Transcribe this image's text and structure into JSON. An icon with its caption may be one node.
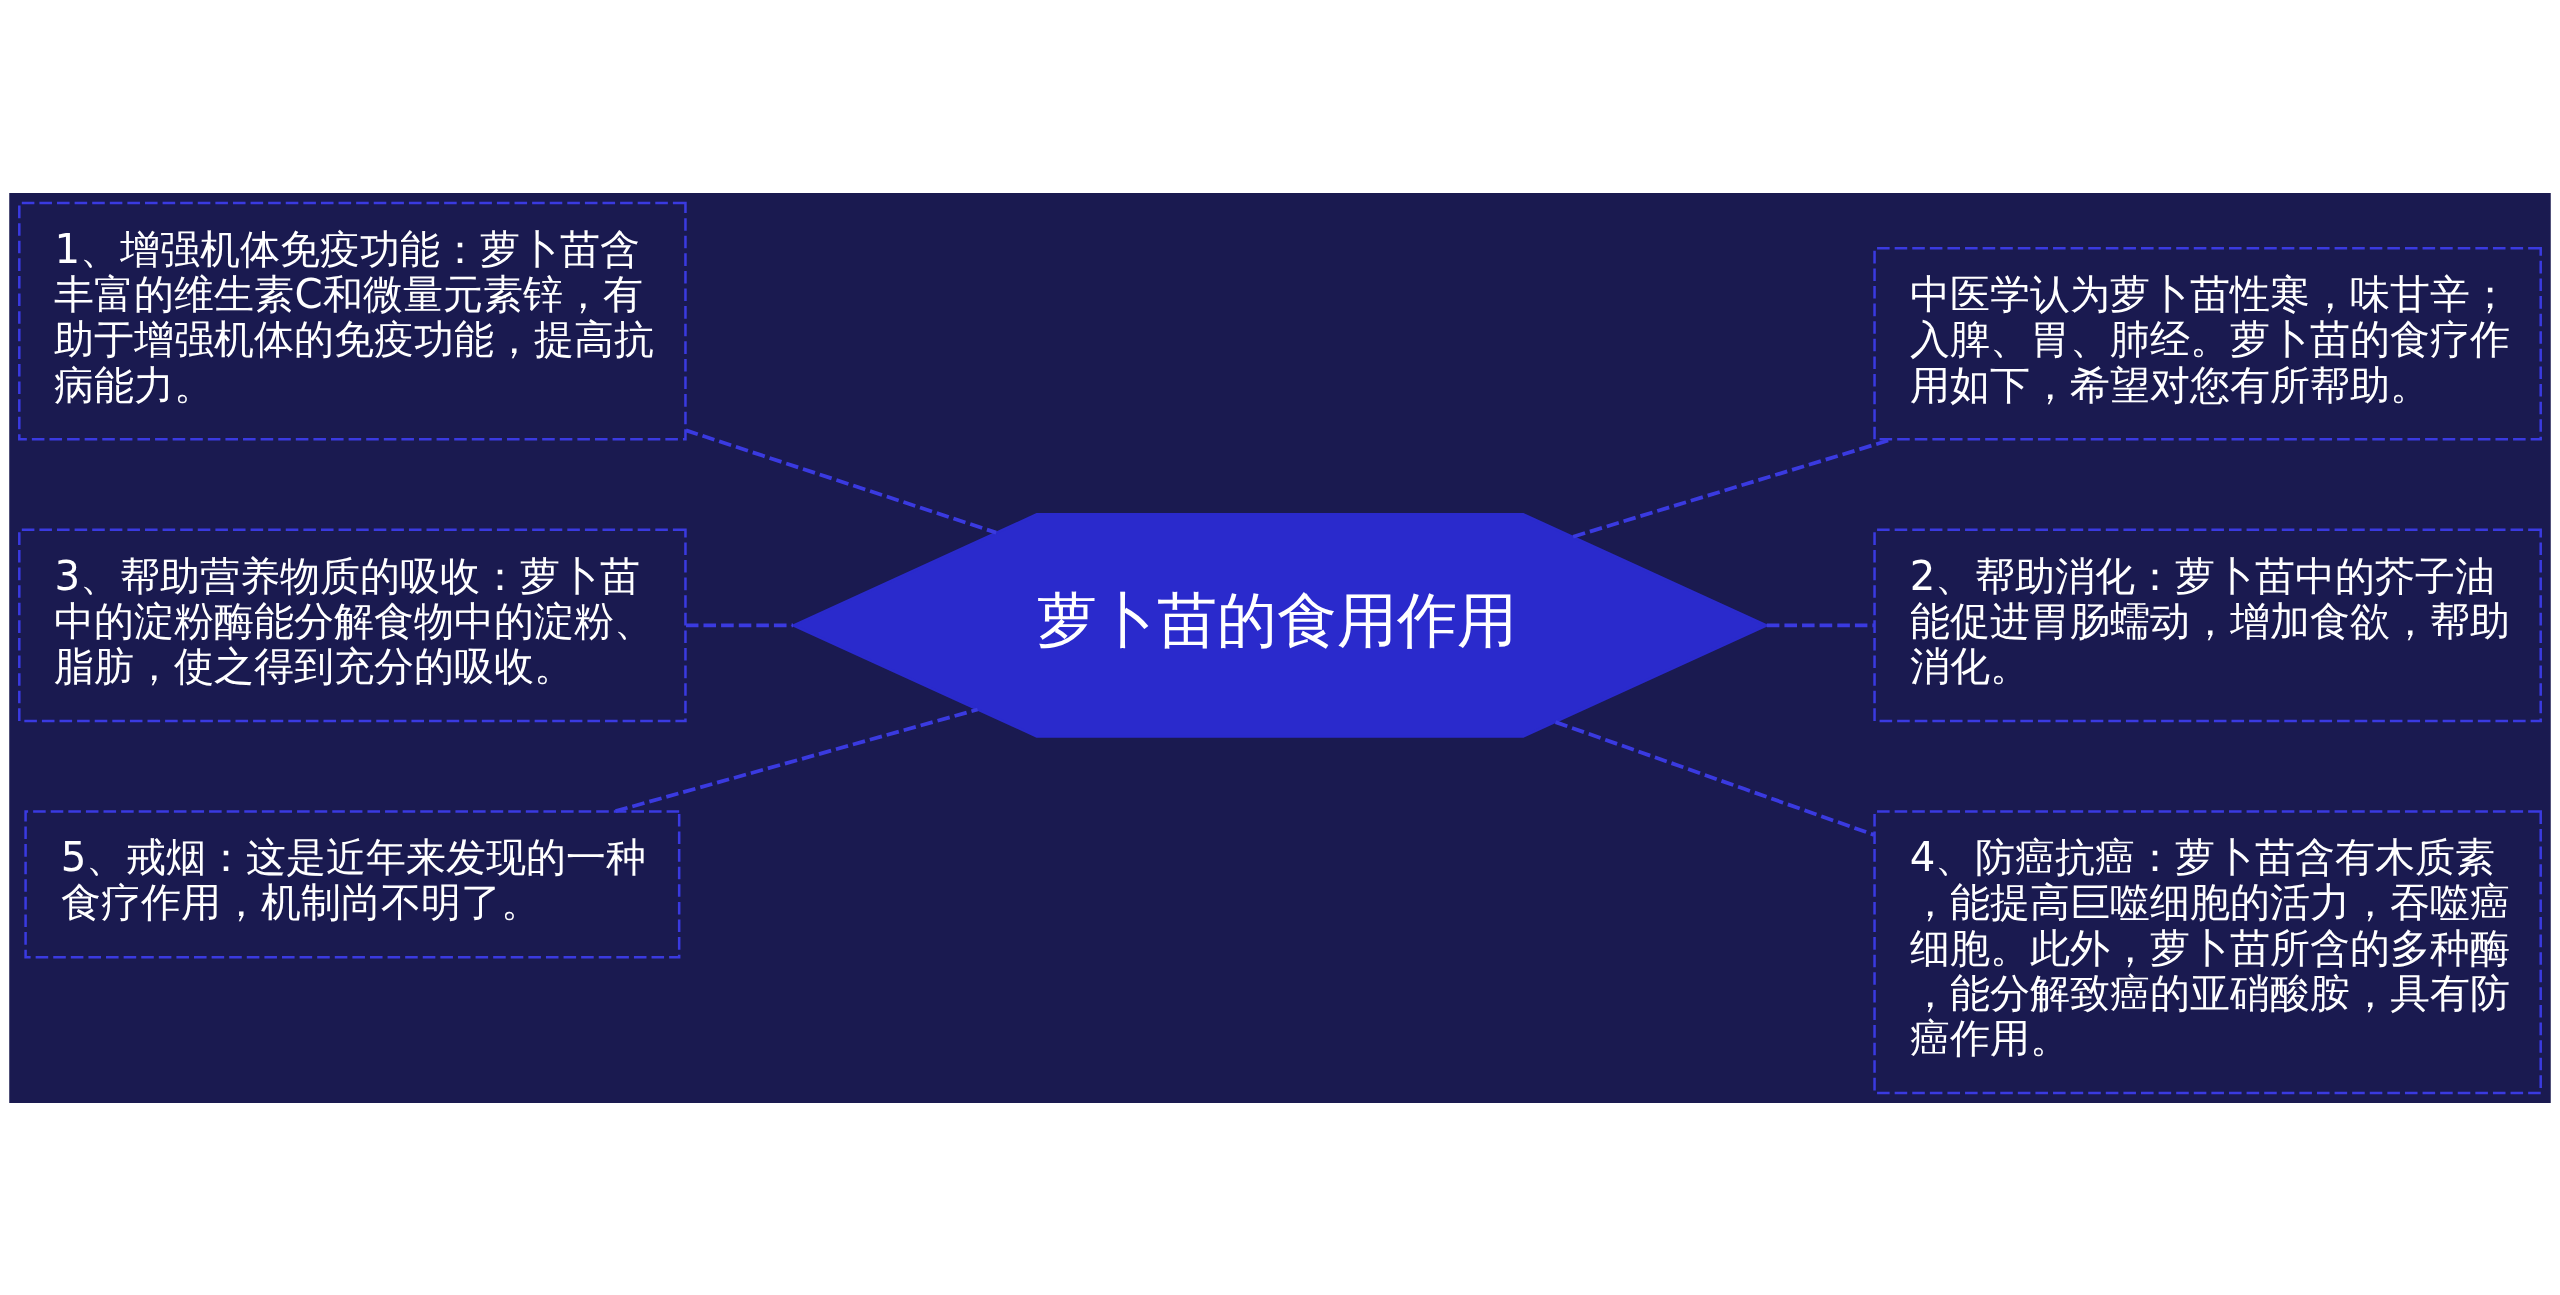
{
  "diagram": {
    "nodes": [
      {
        "text": [
          "萝卜苗的食用作用"
        ]
      },
      {
        "text": [
          "中医学认为萝卜苗性寒，味甘辛；入脾、胃、肺经。萝卜苗的食疗作用如下，希望对您有所帮助。"
        ]
      },
      {
        "text": [
          "1、增强机体免疫功能：萝卜苗含丰富的维生素C和微量元素锌，有助于增强机体的免疫功能，提高抗病能力。"
        ]
      },
      {
        "text": [
          "2、帮助消化：萝卜苗中的芥子油能促进胃肠蠕动，增加食欲，帮助消化。"
        ]
      },
      {
        "text": [
          "3、帮助营养物质的吸收：萝卜苗中的淀粉酶能分解食物中的淀粉、脂肪，使之得到充分的吸收。"
        ]
      },
      {
        "text": [
          "4、防癌抗癌：萝卜苗含有木质素，能提高巨噬细胞的活力，吞噬癌细胞。此外，萝卜苗所含的多种酶，能分解致癌的亚硝酸胺，具有防癌作用。"
        ]
      },
      {
        "text": [
          "5、戒烟：这是近年来发现的一种食疗作用，机制尚不明了。"
        ]
      }
    ],
    "edges": [
      {
        "from": 0,
        "to": 1,
        "arrow": "none",
        "style": "dashed"
      },
      {
        "from": 0,
        "to": 2,
        "arrow": "none",
        "style": "dashed"
      },
      {
        "from": 0,
        "to": 3,
        "arrow": "none",
        "style": "dashed"
      },
      {
        "from": 0,
        "to": 4,
        "arrow": "none",
        "style": "dashed"
      },
      {
        "from": 0,
        "to": 5,
        "arrow": "none",
        "style": "dashed"
      },
      {
        "from": 0,
        "to": 6,
        "arrow": "none",
        "style": "dashed"
      }
    ]
  }
}
